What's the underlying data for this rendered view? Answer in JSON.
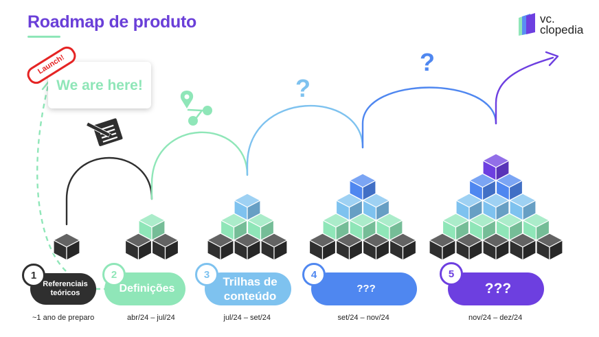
{
  "header": {
    "title": "Roadmap de produto"
  },
  "logo": {
    "line1": "vc.",
    "line2": "clopedia"
  },
  "callout": {
    "here": "We are here!",
    "launch": "Launch!"
  },
  "question_mark": "?",
  "phases": [
    {
      "number": "1",
      "label": "Referenciais teóricos",
      "period": "~1 ano de preparo",
      "color": "#2f2f2f",
      "text_color": "#ffffff"
    },
    {
      "number": "2",
      "label": "Definições",
      "period": "abr/24 – jul/24",
      "color": "#8fe6b8",
      "text_color": "#ffffff"
    },
    {
      "number": "3",
      "label": "Trilhas de conteúdo",
      "period": "jul/24 – set/24",
      "color": "#7ec2ef",
      "text_color": "#ffffff"
    },
    {
      "number": "4",
      "label": "???",
      "period": "set/24 – nov/24",
      "color": "#4f87f0",
      "text_color": "#ffffff"
    },
    {
      "number": "5",
      "label": "???",
      "period": "nov/24 – dez/24",
      "color": "#6d3fe0",
      "text_color": "#ffffff"
    }
  ],
  "colors": {
    "dark": "#2f2f2f",
    "mint": "#8fe6b8",
    "sky": "#7ec2ef",
    "blue": "#4f87f0",
    "purple": "#6d3fe0",
    "red": "#e52424"
  },
  "icons": [
    "route-pin-icon",
    "notepad-pencil-icon",
    "cube-icon",
    "arrow-icon"
  ]
}
